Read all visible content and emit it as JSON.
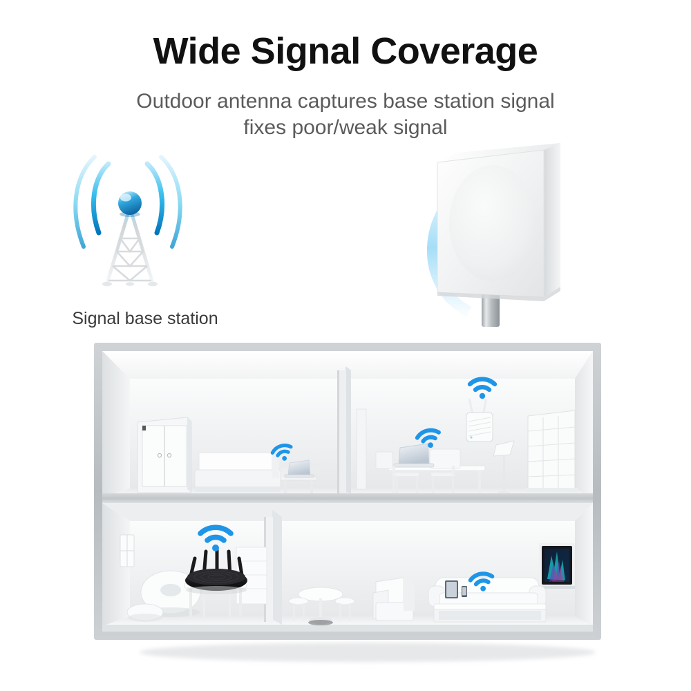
{
  "headline": "Wide Signal Coverage",
  "subhead": {
    "line1": "Outdoor antenna captures base station signal",
    "line2": "fixes poor/weak signal"
  },
  "base_station": {
    "label": "Signal base station",
    "icon": "cell-tower-icon",
    "wave_icon": "radio-waves-icon",
    "wave_color_dark": "#0079BE",
    "wave_color_light": "#35C6F0",
    "sphere_color": "#1E9BD8"
  },
  "outdoor_antenna": {
    "icon": "panel-antenna-icon",
    "wave_icon": "signal-arcs-icon",
    "wave_color": "#59C2F2",
    "panel_color": "#F2F3F4",
    "pole_color": "#B9BCBE"
  },
  "house": {
    "frame_color": "#BFC4C7",
    "wall_color": "#F1F2F3",
    "floor_color": "#E4E6E8",
    "wifi_color": "#1F95E8",
    "floors": [
      {
        "name": "upper-floor",
        "rooms": [
          {
            "name": "bedroom",
            "items": [
              {
                "name": "wardrobe",
                "label": "wardrobe"
              },
              {
                "name": "bed",
                "label": "bed"
              },
              {
                "name": "nightstand",
                "label": "nightstand"
              },
              {
                "name": "laptop",
                "label": "laptop"
              },
              {
                "name": "wifi-signal",
                "label": "wifi"
              }
            ]
          },
          {
            "name": "study-room",
            "items": [
              {
                "name": "wifi-extender",
                "label": "wifi extender"
              },
              {
                "name": "desk",
                "label": "desk"
              },
              {
                "name": "laptop",
                "label": "laptop"
              },
              {
                "name": "chair",
                "label": "chair"
              },
              {
                "name": "floor-lamp",
                "label": "floor lamp"
              },
              {
                "name": "bookshelf",
                "label": "bookshelf"
              },
              {
                "name": "wifi-signal",
                "label": "wifi"
              }
            ]
          }
        ]
      },
      {
        "name": "lower-floor",
        "rooms": [
          {
            "name": "play-room",
            "items": [
              {
                "name": "window",
                "label": "window"
              },
              {
                "name": "bean-bag",
                "label": "bean bag"
              },
              {
                "name": "ottoman",
                "label": "ottoman"
              },
              {
                "name": "router",
                "label": "wireless router"
              },
              {
                "name": "side-table",
                "label": "side table"
              },
              {
                "name": "shelf",
                "label": "shelf"
              },
              {
                "name": "wifi-signal",
                "label": "wifi"
              }
            ]
          },
          {
            "name": "living-room",
            "items": [
              {
                "name": "round-table",
                "label": "round table"
              },
              {
                "name": "stool",
                "label": "stool"
              },
              {
                "name": "armchair",
                "label": "armchair"
              },
              {
                "name": "sofa",
                "label": "sofa"
              },
              {
                "name": "tablet",
                "label": "tablet"
              },
              {
                "name": "smartphone",
                "label": "smartphone"
              },
              {
                "name": "coffee-table",
                "label": "coffee table"
              },
              {
                "name": "tv",
                "label": "wall mounted tv"
              },
              {
                "name": "wifi-signal",
                "label": "wifi"
              }
            ]
          }
        ]
      }
    ],
    "wifi_signal_count": 5,
    "tv_screen_colors": [
      "#0C1A2A",
      "#14D6D0",
      "#8A3FD0",
      "#E040A0",
      "#1D3F6E"
    ]
  }
}
